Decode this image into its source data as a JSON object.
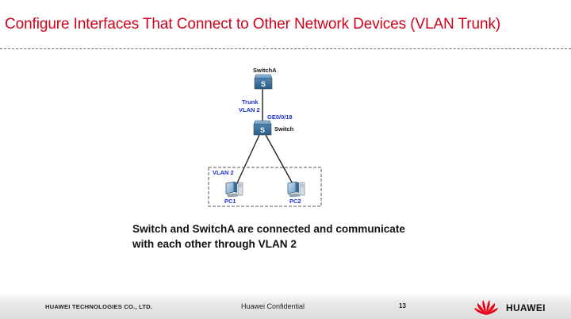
{
  "slide": {
    "title": "Configure Interfaces That Connect to Other Network Devices  (VLAN Trunk)"
  },
  "diagram": {
    "switch_a_label": "SwitchA",
    "trunk_label": "Trunk",
    "trunk_vlan_label": "VLAN 2",
    "interface_label": "GE0/0/18",
    "switch_label": "Switch",
    "group_vlan_label": "VLAN 2",
    "pc1_label": "PC1",
    "pc2_label": "PC2",
    "switch_icon_glyph": "S",
    "link_color": "#222222",
    "switch_color": "#4d7fa8",
    "vlan_text_color": "#1a2fd0"
  },
  "caption": {
    "line1": "Switch and SwitchA are connected and communicate",
    "line2": "with each other through VLAN 2"
  },
  "footer": {
    "company": "HUAWEI TECHNOLOGIES CO., LTD.",
    "confidential": "Huawei Confidential",
    "page_number": "13",
    "brand": "HUAWEI",
    "brand_color": "#e60012"
  }
}
